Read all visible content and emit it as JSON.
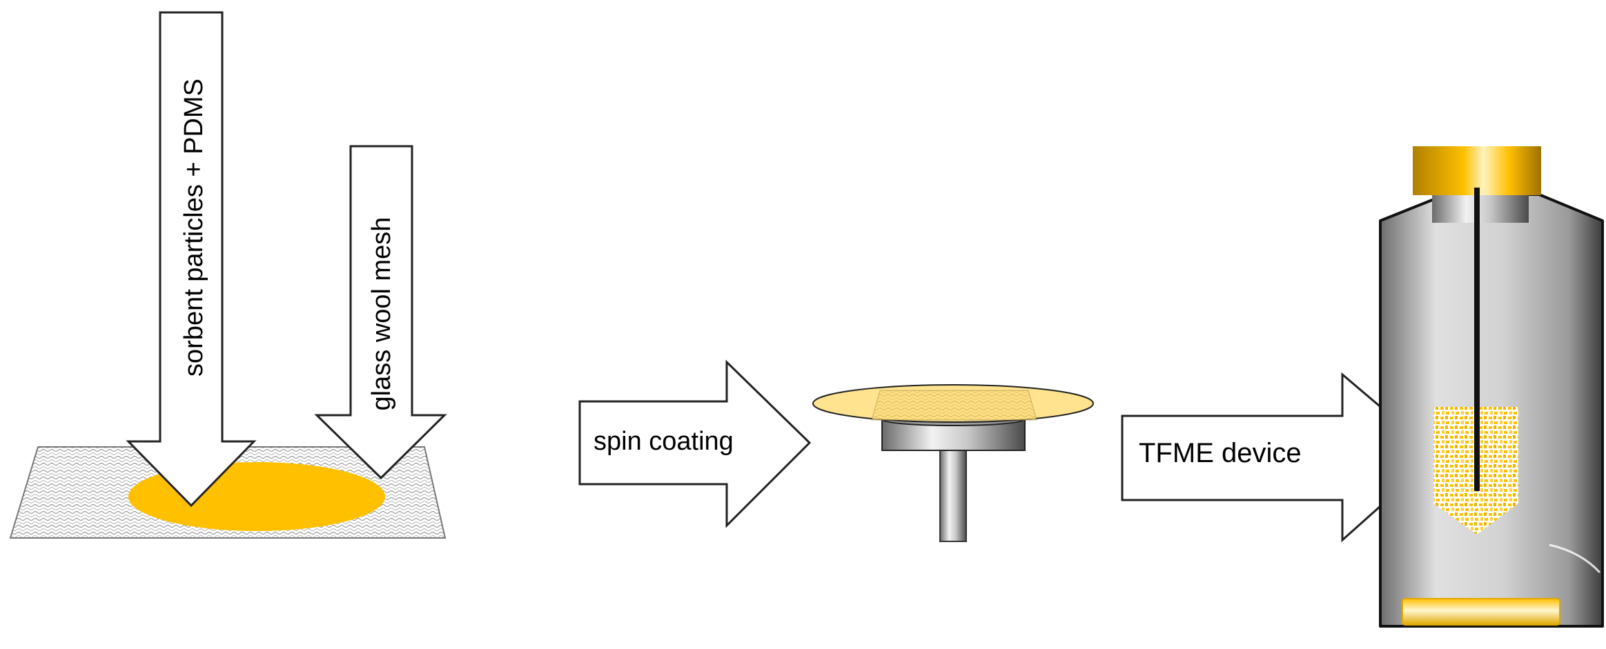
{
  "labels": {
    "sorbent": "sorbent particles + PDMS",
    "mesh": "glass wool mesh",
    "spin": "spin coating",
    "device": "TFME device"
  },
  "colors": {
    "sorbent_yellow": "#ffc000",
    "light_yellow": "#ffe38f",
    "mesh_pattern": "#b0b0b0",
    "outline": "#222222",
    "metal_light": "#e6e6e6",
    "metal_dark": "#5a5a5a"
  }
}
